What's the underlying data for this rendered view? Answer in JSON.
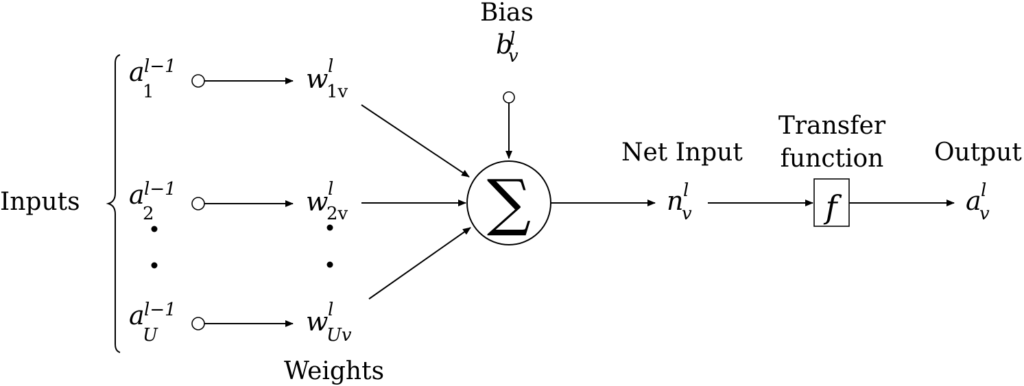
{
  "labels": {
    "inputs": "Inputs",
    "weights": "Weights",
    "bias": "Bias",
    "net_input": "Net Input",
    "transfer_line1": "Transfer",
    "transfer_line2": "function",
    "output": "Output"
  },
  "inputs": [
    {
      "base": "a",
      "sup": "l−1",
      "sub": "1"
    },
    {
      "base": "a",
      "sup": "l−1",
      "sub": "2"
    },
    {
      "base": "a",
      "sup": "l−1",
      "sub": "U"
    }
  ],
  "weights": [
    {
      "base": "w",
      "sup": "l",
      "sub": "1v"
    },
    {
      "base": "w",
      "sup": "l",
      "sub": "2v"
    },
    {
      "base": "w",
      "sup": "l",
      "sub": "Uv"
    }
  ],
  "bias_symbol": {
    "base": "b",
    "sup": "l",
    "sub": "v"
  },
  "summation_symbol": "∑",
  "net_input_symbol": {
    "base": "n",
    "sup": "l",
    "sub": "v"
  },
  "transfer_symbol": "f",
  "output_symbol": {
    "base": "a",
    "sup": "l",
    "sub": "v"
  },
  "ellipsis": "vertical-dots"
}
